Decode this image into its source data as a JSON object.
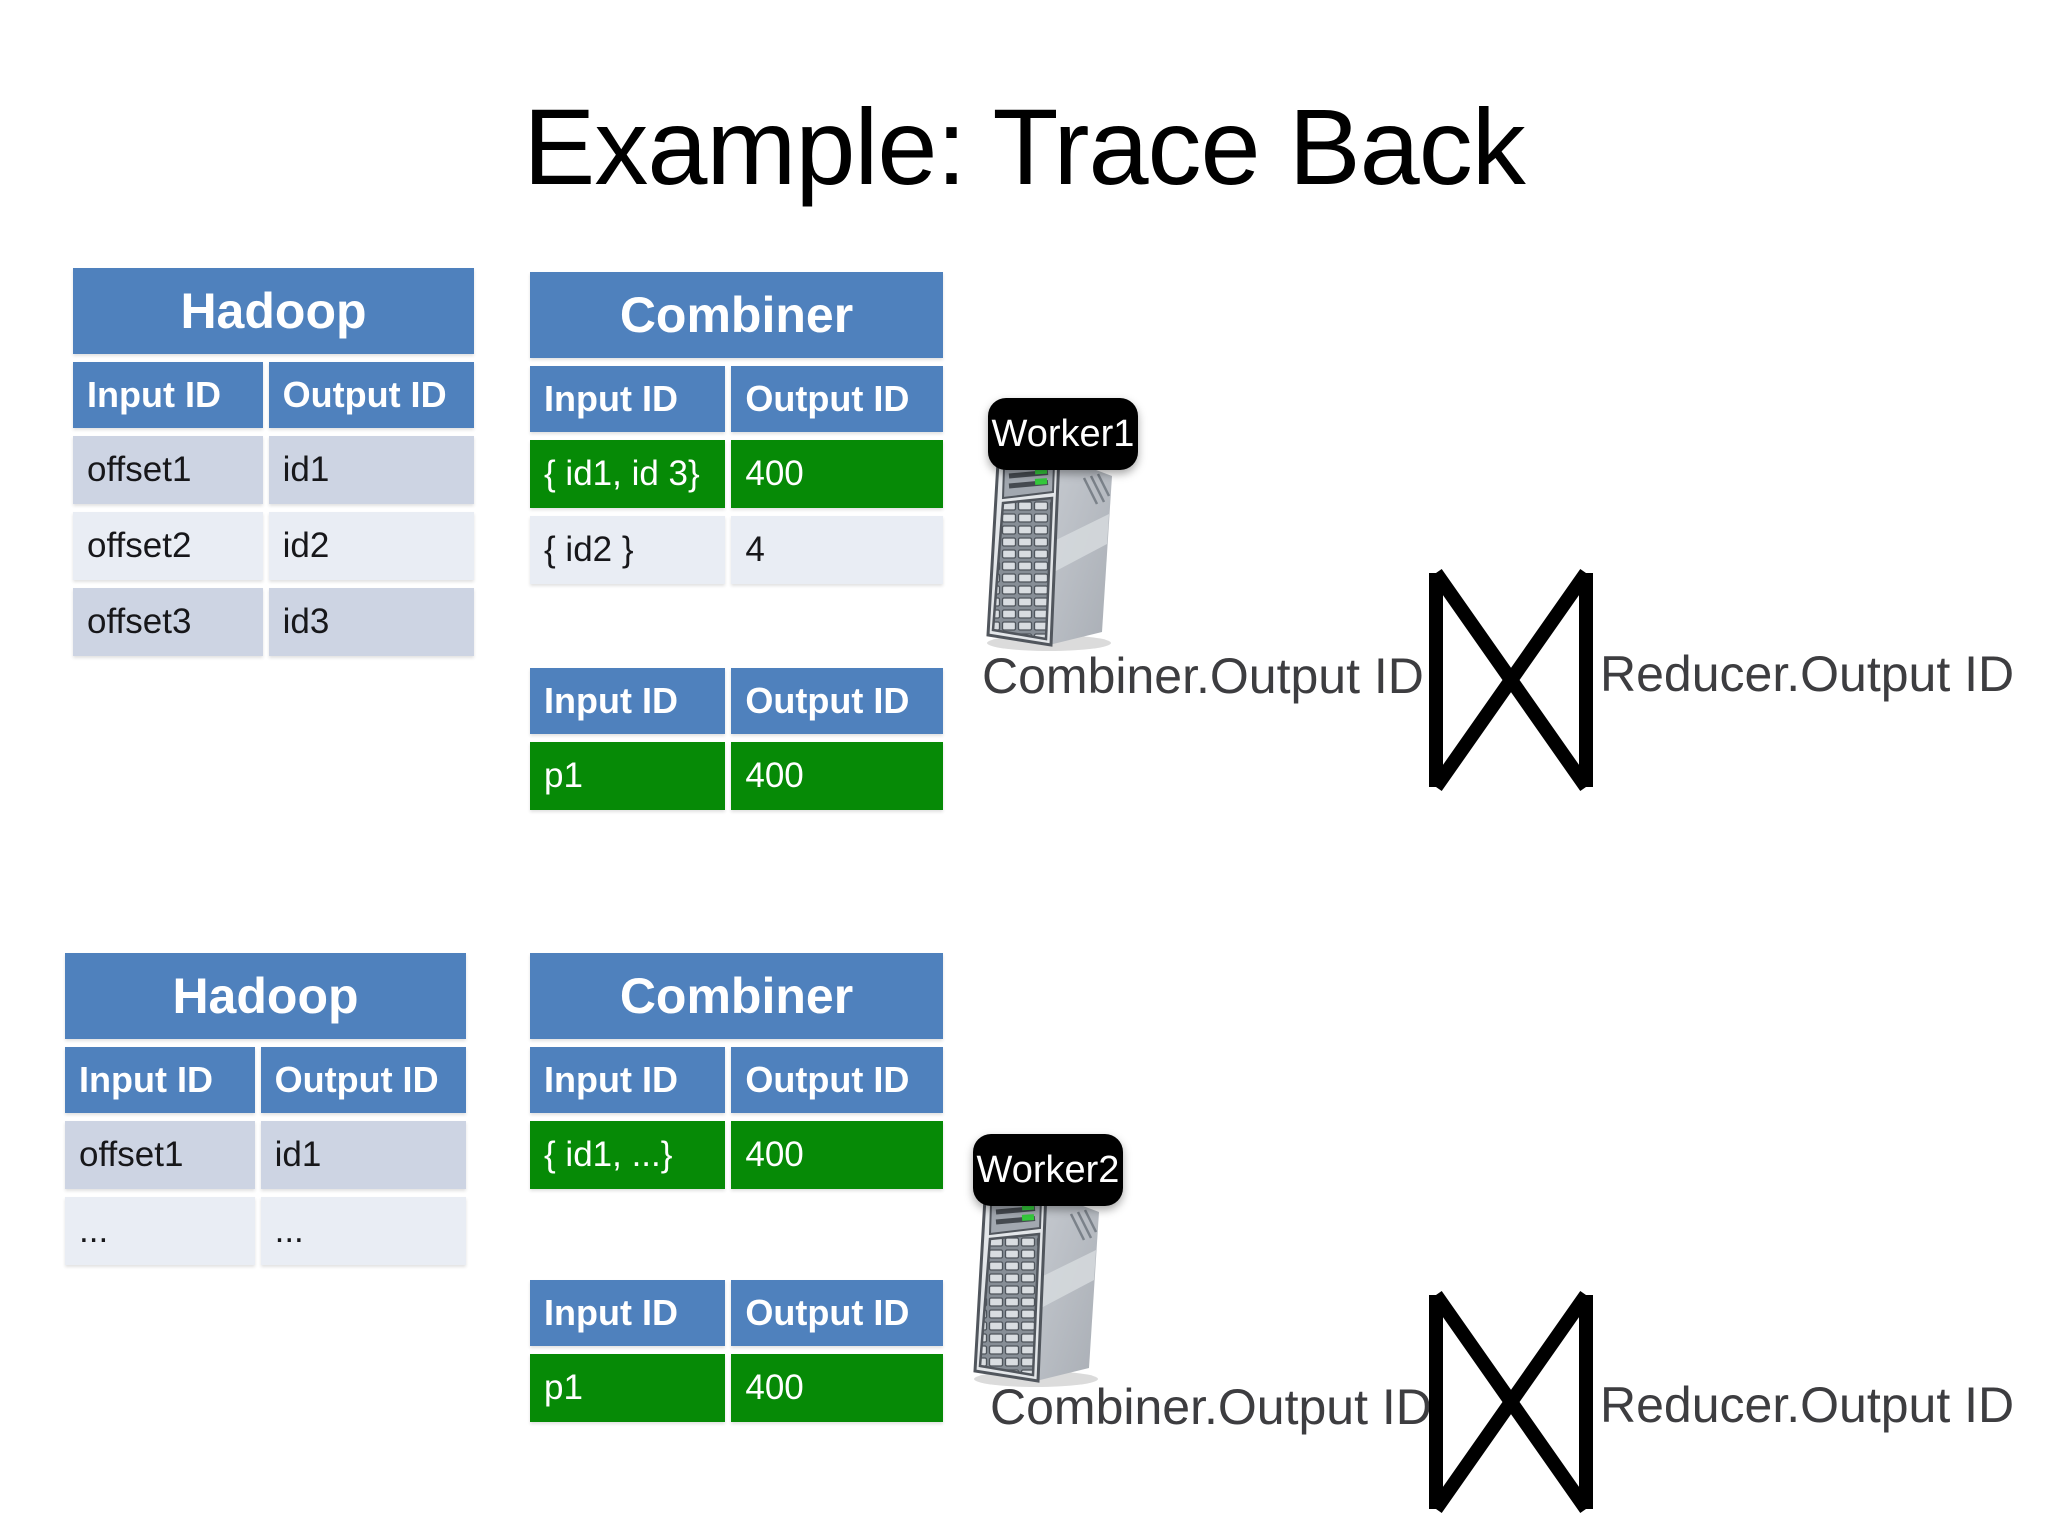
{
  "slide": {
    "title": "Example: Trace Back"
  },
  "colors": {
    "header_blue": "#4F81BD",
    "band_dark": "#CDD4E3",
    "band_light": "#E9EDF4",
    "highlight_green": "#068A06",
    "worker_badge_bg": "#000000",
    "join_text": "#3d3d40"
  },
  "icons": {
    "join_operator": "⋈",
    "server": "server-tower-icon"
  },
  "sections": [
    {
      "worker_label": "Worker1",
      "hadoop": {
        "title": "Hadoop",
        "col_input": "Input ID",
        "col_output": "Output ID",
        "rows": [
          {
            "input": "offset1",
            "output": "id1"
          },
          {
            "input": "offset2",
            "output": "id2"
          },
          {
            "input": "offset3",
            "output": "id3"
          }
        ]
      },
      "combiner": {
        "title": "Combiner",
        "col_input": "Input ID",
        "col_output": "Output ID",
        "rows": [
          {
            "input": "{ id1, id 3}",
            "output": "400"
          },
          {
            "input": "{ id2 }",
            "output": "4"
          }
        ]
      },
      "partition": {
        "col_input": "Input ID",
        "col_output": "Output ID",
        "rows": [
          {
            "input": "p1",
            "output": "400"
          }
        ]
      },
      "join": {
        "left": "Combiner.Output ID",
        "right": "Reducer.Output ID"
      }
    },
    {
      "worker_label": "Worker2",
      "hadoop": {
        "title": "Hadoop",
        "col_input": "Input ID",
        "col_output": "Output ID",
        "rows": [
          {
            "input": "offset1",
            "output": "id1"
          },
          {
            "input": "...",
            "output": "..."
          }
        ]
      },
      "combiner": {
        "title": "Combiner",
        "col_input": "Input ID",
        "col_output": "Output ID",
        "rows": [
          {
            "input": "{ id1, ...}",
            "output": "400"
          }
        ]
      },
      "partition": {
        "col_input": "Input ID",
        "col_output": "Output ID",
        "rows": [
          {
            "input": "p1",
            "output": "400"
          }
        ]
      },
      "join": {
        "left": "Combiner.Output ID",
        "right": "Reducer.Output ID"
      }
    }
  ]
}
